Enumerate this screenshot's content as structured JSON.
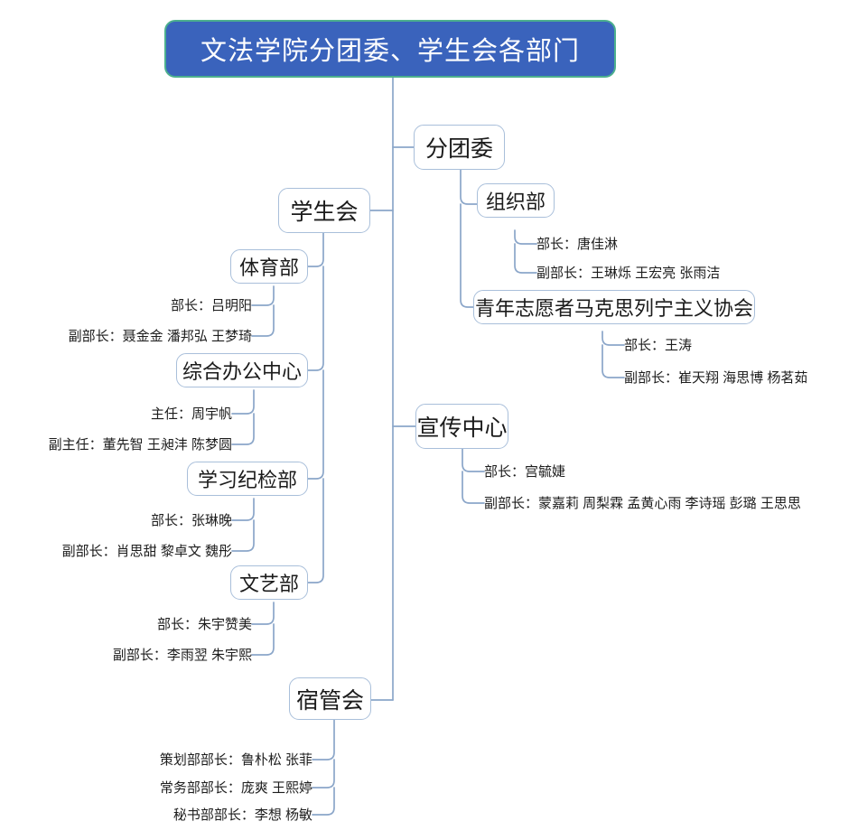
{
  "chart_data": {
    "type": "diagram",
    "diagram_kind": "organization-mindmap",
    "title": "文法学院分团委、学生会各部门",
    "colors": {
      "title_fill": "#3a63bc",
      "title_border": "#4caf8e",
      "title_text": "#ffffff",
      "node_fill": "#ffffff",
      "node_border": "#a9bfda",
      "connector": "#8ba6c9",
      "text": "#1d1d1d"
    },
    "branches": [
      {
        "name": "分团委",
        "side": "right",
        "children": [
          {
            "name": "组织部",
            "leaves": [
              "部长：唐佳淋",
              "副部长：王琳烁 王宏亮 张雨洁"
            ]
          },
          {
            "name": "青年志愿者马克思列宁主义协会",
            "leaves": [
              "部长：王涛",
              "副部长：崔天翔 海思博 杨茗茹"
            ]
          }
        ]
      },
      {
        "name": "宣传中心",
        "side": "right",
        "leaves": [
          "部长：宫毓婕",
          "副部长：蒙嘉莉 周梨霖 孟黄心雨 李诗瑶 彭璐 王思思"
        ]
      },
      {
        "name": "学生会",
        "side": "left",
        "children": [
          {
            "name": "体育部",
            "leaves": [
              "部长：吕明阳",
              "副部长：聂金金 潘邦弘 王梦琦"
            ]
          },
          {
            "name": "综合办公中心",
            "leaves": [
              "主任：周宇帆",
              "副主任：董先智 王昶沣 陈梦圆"
            ]
          },
          {
            "name": "学习纪检部",
            "leaves": [
              "部长：张琳晚",
              "副部长：肖思甜 黎卓文 魏彤"
            ]
          },
          {
            "name": "文艺部",
            "leaves": [
              "部长：朱宇赞美",
              "副部长：李雨翌 朱宇熙"
            ]
          }
        ]
      },
      {
        "name": "宿管会",
        "side": "left",
        "leaves": [
          "策划部部长：鲁朴松 张菲",
          "常务部部长：庞爽 王熙婷",
          "秘书部部长：李想 杨敏"
        ]
      }
    ]
  },
  "title": {
    "text": "文法学院分团委、学生会各部门"
  },
  "nodes": {
    "fentuanwei": "分团委",
    "zuzhibu": "组织部",
    "qingnian": "青年志愿者马克思列宁主义协会",
    "xuanchuan": "宣传中心",
    "xueshenghui": "学生会",
    "tiyubu": "体育部",
    "zonghe": "综合办公中心",
    "xuexi": "学习纪检部",
    "wenyibu": "文艺部",
    "suguanhui": "宿管会"
  },
  "leaves": {
    "zuzhibu": {
      "l1": "部长：唐佳淋",
      "l2": "副部长：王琳烁 王宏亮 张雨洁"
    },
    "qingnian": {
      "l1": "部长：王涛",
      "l2": "副部长：崔天翔 海思博 杨茗茹"
    },
    "xuanchuan": {
      "l1": "部长：宫毓婕",
      "l2": "副部长：蒙嘉莉 周梨霖 孟黄心雨 李诗瑶 彭璐 王思思"
    },
    "tiyubu": {
      "l1": "部长：吕明阳",
      "l2": "副部长：聂金金 潘邦弘 王梦琦"
    },
    "zonghe": {
      "l1": "主任：周宇帆",
      "l2": "副主任：董先智 王昶沣 陈梦圆"
    },
    "xuexi": {
      "l1": "部长：张琳晚",
      "l2": "副部长：肖思甜 黎卓文 魏彤"
    },
    "wenyibu": {
      "l1": "部长：朱宇赞美",
      "l2": "副部长：李雨翌 朱宇熙"
    },
    "suguanhui": {
      "l1": "策划部部长：鲁朴松 张菲",
      "l2": "常务部部长：庞爽 王熙婷",
      "l3": "秘书部部长：李想 杨敏"
    }
  }
}
